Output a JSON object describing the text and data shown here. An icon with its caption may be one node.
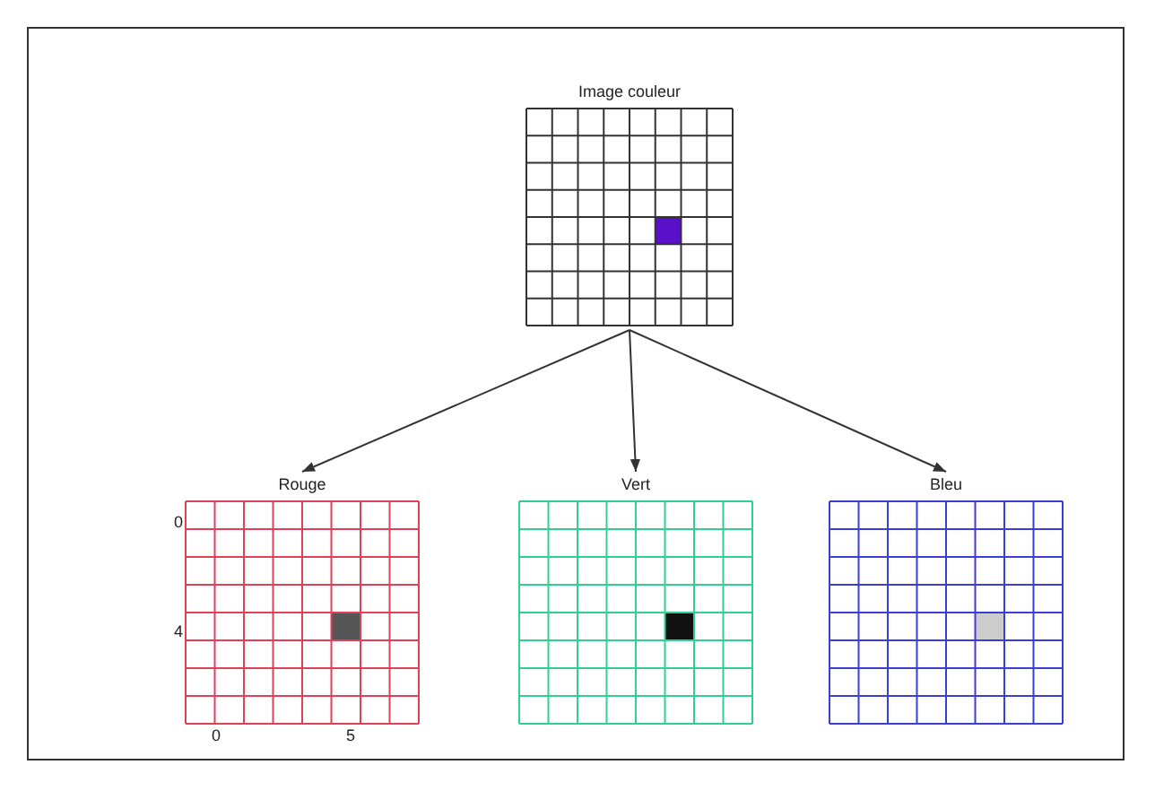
{
  "diagram": {
    "nodes": [
      {
        "text": [
          "Image couleur"
        ]
      },
      {
        "text": [
          "Rouge"
        ]
      },
      {
        "text": [
          "Vert"
        ]
      },
      {
        "text": [
          "Bleu"
        ]
      }
    ],
    "edges": [
      {
        "from": 0,
        "to": 1,
        "arrow": "to"
      },
      {
        "from": 0,
        "to": 2,
        "arrow": "to"
      },
      {
        "from": 0,
        "to": 3,
        "arrow": "to"
      }
    ],
    "labels": [
      "0",
      "4",
      "0",
      "5"
    ]
  }
}
